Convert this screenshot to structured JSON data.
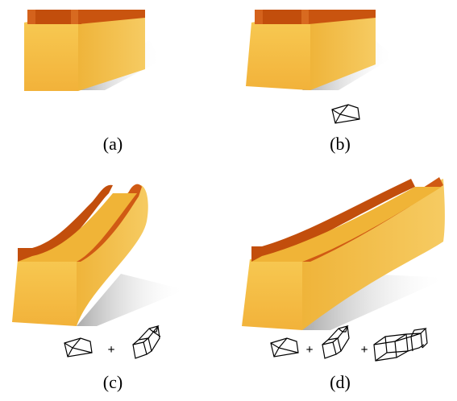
{
  "figure": {
    "panels": [
      {
        "id": "a",
        "label": "(a)",
        "icons": []
      },
      {
        "id": "b",
        "label": "(b)",
        "icons": [
          "taper-profile-icon"
        ]
      },
      {
        "id": "c",
        "label": "(c)",
        "icons": [
          "taper-profile-icon",
          "plus",
          "bend-lattice-icon"
        ]
      },
      {
        "id": "d",
        "label": "(d)",
        "icons": [
          "taper-profile-icon",
          "plus",
          "bend-lattice-icon",
          "plus",
          "twist-lattice-icon"
        ]
      }
    ],
    "operator": "+"
  },
  "colors": {
    "body_face": "#f5c242",
    "body_side": "#e9ae2e",
    "top_face": "#f2b237",
    "rail": "#c24e0c",
    "rail_top": "#d8621a",
    "shadow": "#cfcfcf",
    "line": "#000000"
  }
}
